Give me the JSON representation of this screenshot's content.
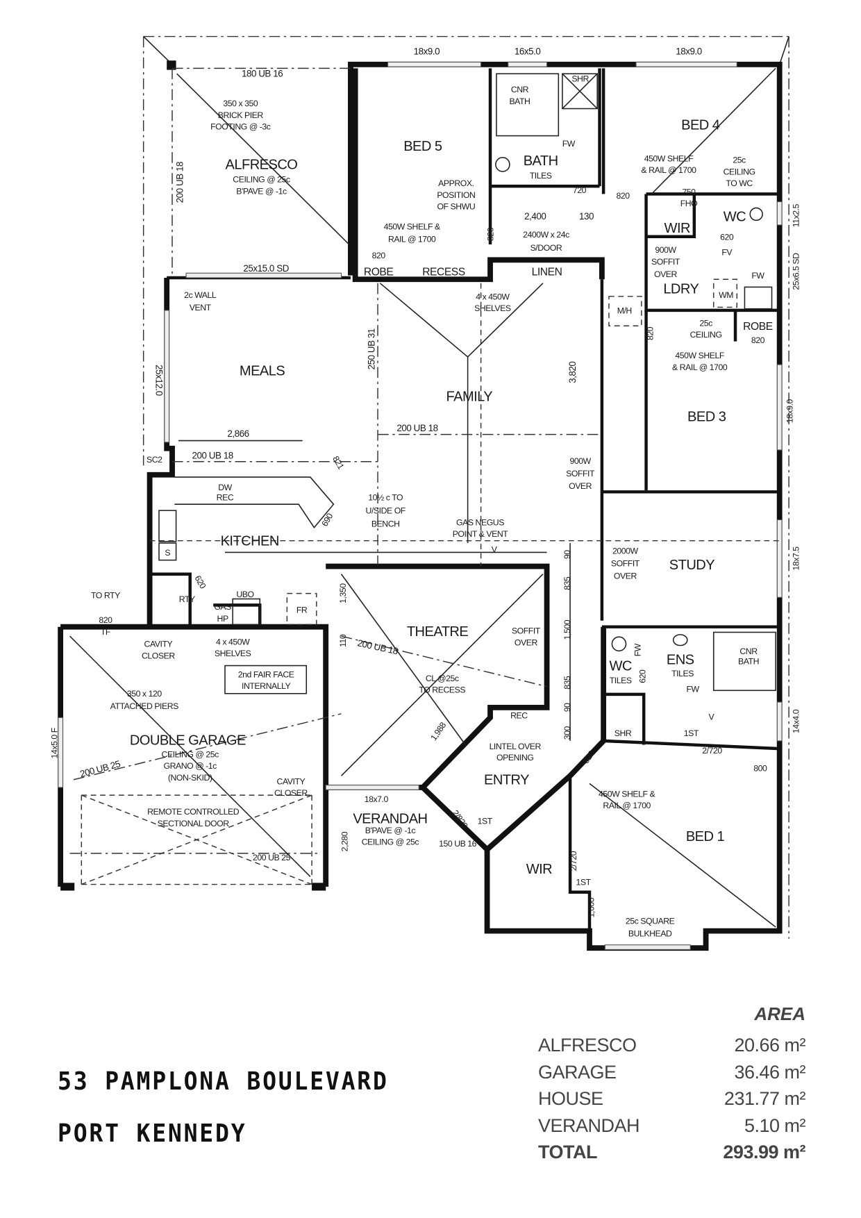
{
  "address": {
    "line1": "53 PAMPLONA BOULEVARD",
    "line2": "PORT KENNEDY"
  },
  "area_table": {
    "heading": "AREA",
    "rows": [
      {
        "label": "ALFRESCO",
        "value": "20.66 m²"
      },
      {
        "label": "GARAGE",
        "value": "36.46 m²"
      },
      {
        "label": "HOUSE",
        "value": "231.77 m²"
      },
      {
        "label": "VERANDAH",
        "value": "5.10 m²"
      }
    ],
    "total": {
      "label": "TOTAL",
      "value": "293.99 m²"
    }
  },
  "plan": {
    "rooms": {
      "alfresco": "ALFRESCO",
      "bed5": "BED 5",
      "bath": "BATH",
      "bed4": "BED 4",
      "wir_bed4": "WIR",
      "wc_bed4": "WC",
      "ldry": "LDRY",
      "robe_bed5": "ROBE",
      "recess": "RECESS",
      "linen": "LINEN",
      "robe_bed3": "ROBE",
      "meals": "MEALS",
      "family": "FAMILY",
      "bed3": "BED 3",
      "kitchen": "KITCHEN",
      "study": "STUDY",
      "theatre": "THEATRE",
      "wc_ens": "WC",
      "ens": "ENS",
      "garage": "DOUBLE GARAGE",
      "entry": "ENTRY",
      "verandah": "VERANDAH",
      "bed1": "BED 1",
      "wir_bed1": "WIR"
    },
    "notes": {
      "win_bed5": "18x9.0",
      "win_bath": "16x5.0",
      "win_bed4": "18x9.0",
      "beam_top": "180 UB 16",
      "brick_pier": [
        "350 x 350",
        "BRICK PIER",
        "FOOTING @ -3c"
      ],
      "alfresco_ceiling": [
        "CEILING @ 25c",
        "B'PAVE @ -1c"
      ],
      "beam_alfresco": "200 UB 18",
      "cnr_bath": [
        "CNR",
        "BATH"
      ],
      "shr": "SHR",
      "fw_bath": "FW",
      "tiles_bath": "TILES",
      "door_720": "720",
      "shwu": [
        "APPROX.",
        "POSITION",
        "OF SHWU"
      ],
      "shelf_bed4": [
        "450W SHELF",
        "& RAIL @ 1700"
      ],
      "ceiling_wc": [
        "25c",
        "CEILING",
        "TO WC"
      ],
      "door_820_bed4": "820",
      "fho": [
        "750",
        "FHO"
      ],
      "dim_2400": "2,400",
      "dim_130": "130",
      "win_11x25": "11x2.5",
      "shelf_bed5": [
        "450W SHELF &",
        "RAIL @ 1700"
      ],
      "door_820_bath": "820",
      "sdoor": [
        "2400W x 24c",
        "S/DOOR"
      ],
      "door_620_wc": "620",
      "door_820_robe": "820",
      "sd_alfresco": "25x15.0 SD",
      "soffit_ldry": [
        "900W",
        "SOFFIT",
        "OVER"
      ],
      "fv": "FV",
      "sd_ldry": "25x6.5 SD",
      "fw_ldry": "FW",
      "wm": "WM",
      "wall_vent": [
        "2c WALL",
        "VENT"
      ],
      "shelves_linen": [
        "4 x 450W",
        "SHELVES"
      ],
      "mh": "M/H",
      "beam_family": "250 UB 31",
      "door_820_bed3": "820",
      "ceiling_bed3": [
        "25c",
        "CEILING"
      ],
      "door_820_robe3": "820",
      "shelf_bed3": [
        "450W SHELF",
        "& RAIL @ 1700"
      ],
      "win_meals": "25x12.0",
      "dim_3820": "3,820",
      "win_bed3": "18x9.0",
      "beam_family_h": "200 UB 18",
      "dim_2866": "2,866",
      "beam_meals": "200 UB 18",
      "sc2": "SC2",
      "dim_821": "821",
      "soffit_family": [
        "900W",
        "SOFFIT",
        "OVER"
      ],
      "dw_rec": [
        "DW",
        "REC"
      ],
      "bench": [
        "10½ c TO",
        "U/SIDE OF",
        "BENCH"
      ],
      "dim_690": "690",
      "gas_negus": [
        "GAS NEGUS",
        "POINT & VENT"
      ],
      "v_family": "V",
      "dim_90a": "90",
      "dim_835a": "835",
      "dim_1500": "1,500",
      "dim_835b": "835",
      "dim_90b": "90",
      "dim_300": "300",
      "soffit_study": [
        "2000W",
        "SOFFIT",
        "OVER"
      ],
      "win_study": "18x7.5",
      "to_rty": "TO RTY",
      "door_820_rty": "820",
      "tf": "TF",
      "rty": "RTY",
      "door_620_rty": "620",
      "ubo": "UBO",
      "gas_hp": [
        "GAS",
        "HP"
      ],
      "fr": "FR",
      "sink": "S",
      "dim_1350": "1,350",
      "dim_110": "110",
      "cavity_closer_1": [
        "CAVITY",
        "CLOSER"
      ],
      "shelves_pantry": [
        "4 x 450W",
        "SHELVES"
      ],
      "beam_theatre": "200 UB 18",
      "soffit_theatre": [
        "SOFFIT",
        "OVER"
      ],
      "fair_face": [
        "2nd FAIR FACE",
        "INTERNALLY"
      ],
      "cnr_bath_ens": [
        "CNR",
        "BATH"
      ],
      "fw_wc": "FW",
      "tiles_wc": "TILES",
      "door_620_ens": "620",
      "tiles_ens": "TILES",
      "fw_ens": "FW",
      "piers": [
        "350 x 120",
        "ATTACHED PIERS"
      ],
      "cl_recess": [
        "CL @25c",
        "TO RECESS"
      ],
      "rec": "REC",
      "dim_1988": "1,988",
      "shr_ens": "SHR",
      "first_ens": "1ST",
      "v_ens": "V",
      "door_2720_ens": "2/720",
      "win_ens": "14x4.0",
      "win_garage": "14x5.0 F",
      "lintel": [
        "LINTEL OVER",
        "OPENING"
      ],
      "garage_ceiling": [
        "CEILING @ 25c",
        "GRANO @ -1c",
        "(NON-SKID)"
      ],
      "beam_garage": "200 UB 25",
      "door_820_bed1": "820",
      "dim_800": "800",
      "cavity_closer_2": [
        "CAVITY",
        "CLOSER"
      ],
      "win_verandah": "18x7.0",
      "shelf_bed1": [
        "450W SHELF &",
        "RAIL @ 1700"
      ],
      "garage_door": [
        "REMOTE CONTROLLED",
        "SECTIONAL DOOR"
      ],
      "verandah_ceiling": [
        "B'PAVE @ -1c",
        "CEILING @ 25c"
      ],
      "door_2820": "2/820",
      "first_entry": "1ST",
      "beam_verandah": "150 UB 16",
      "dim_2280": "2,280",
      "beam_garage_door": "200 UB 25",
      "door_2720_wir": "2/720",
      "first_wir": "1ST",
      "dim_1000": "1,000",
      "bulkhead": [
        "25c SQUARE",
        "BULKHEAD"
      ]
    }
  }
}
